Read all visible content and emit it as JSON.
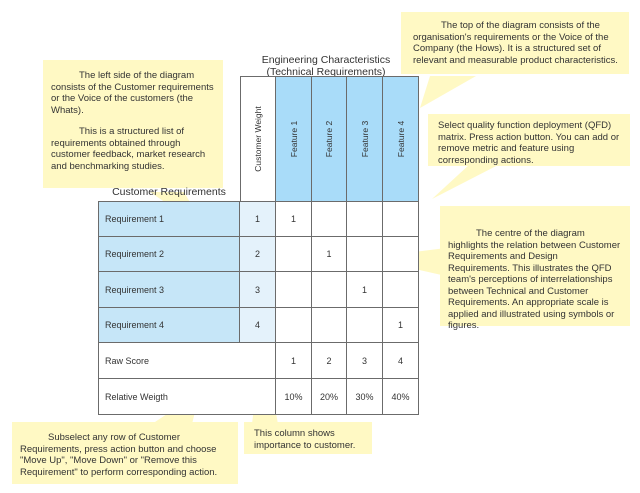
{
  "headers": {
    "engineering_line1": "Engineering Characteristics",
    "engineering_line2": "(Technical Requirements)",
    "customer": "Customer Requirements"
  },
  "columns": {
    "weight_header": "Customer Weight",
    "features": [
      "Feature 1",
      "Feature 2",
      "Feature 3",
      "Feature 4"
    ]
  },
  "requirements": [
    {
      "label": "Requirement 1",
      "weight": "1",
      "marks": [
        "1",
        "",
        "",
        ""
      ]
    },
    {
      "label": "Requirement 2",
      "weight": "2",
      "marks": [
        "",
        "1",
        "",
        ""
      ]
    },
    {
      "label": "Requirement 3",
      "weight": "3",
      "marks": [
        "",
        "",
        "1",
        ""
      ]
    },
    {
      "label": "Requirement 4",
      "weight": "4",
      "marks": [
        "",
        "",
        "",
        "1"
      ]
    }
  ],
  "raw_score": {
    "label": "Raw Score",
    "values": [
      "1",
      "2",
      "3",
      "4"
    ]
  },
  "relative_weight": {
    "label": "Relative Weigth",
    "values": [
      "10%",
      "20%",
      "30%",
      "40%"
    ]
  },
  "callouts": {
    "top": "The top of the diagram consists of the organisation's requirements or the Voice of the Company (the Hows). It is a structured set of relevant and measurable product characteristics.",
    "left_p1": "The left side of the diagram consists of the Customer requirements or the Voice of the customers (the Whats).",
    "left_p2": "This is a structured list of requirements obtained through customer feedback, market research and benchmarking studies.",
    "select": "Select quality function deployment (QFD) matrix. Press action button. You can add or remove metric and feature using corresponding actions.",
    "centre": "The centre of the diagram highlights the relation between Customer Requirements and Design Requirements. This illustrates the QFD team's perceptions of interrelationships between Technical and Customer Requirements. An appropriate scale is applied and illustrated using symbols or figures.",
    "subselect": "Subselect any row of Customer Requirements, press action button and choose \"Move Up\", \"Move Down\" or \"Remove this Requirement\" to perform corresponding action.",
    "column": "This column shows importance to customer."
  },
  "colors": {
    "callout": "#fff9c4",
    "requirement_fill": "#c6e6f8",
    "feature_header_fill": "#a9dcf9",
    "weight_fill": "#e4f2fb",
    "grid_line": "#6b6b6b"
  }
}
